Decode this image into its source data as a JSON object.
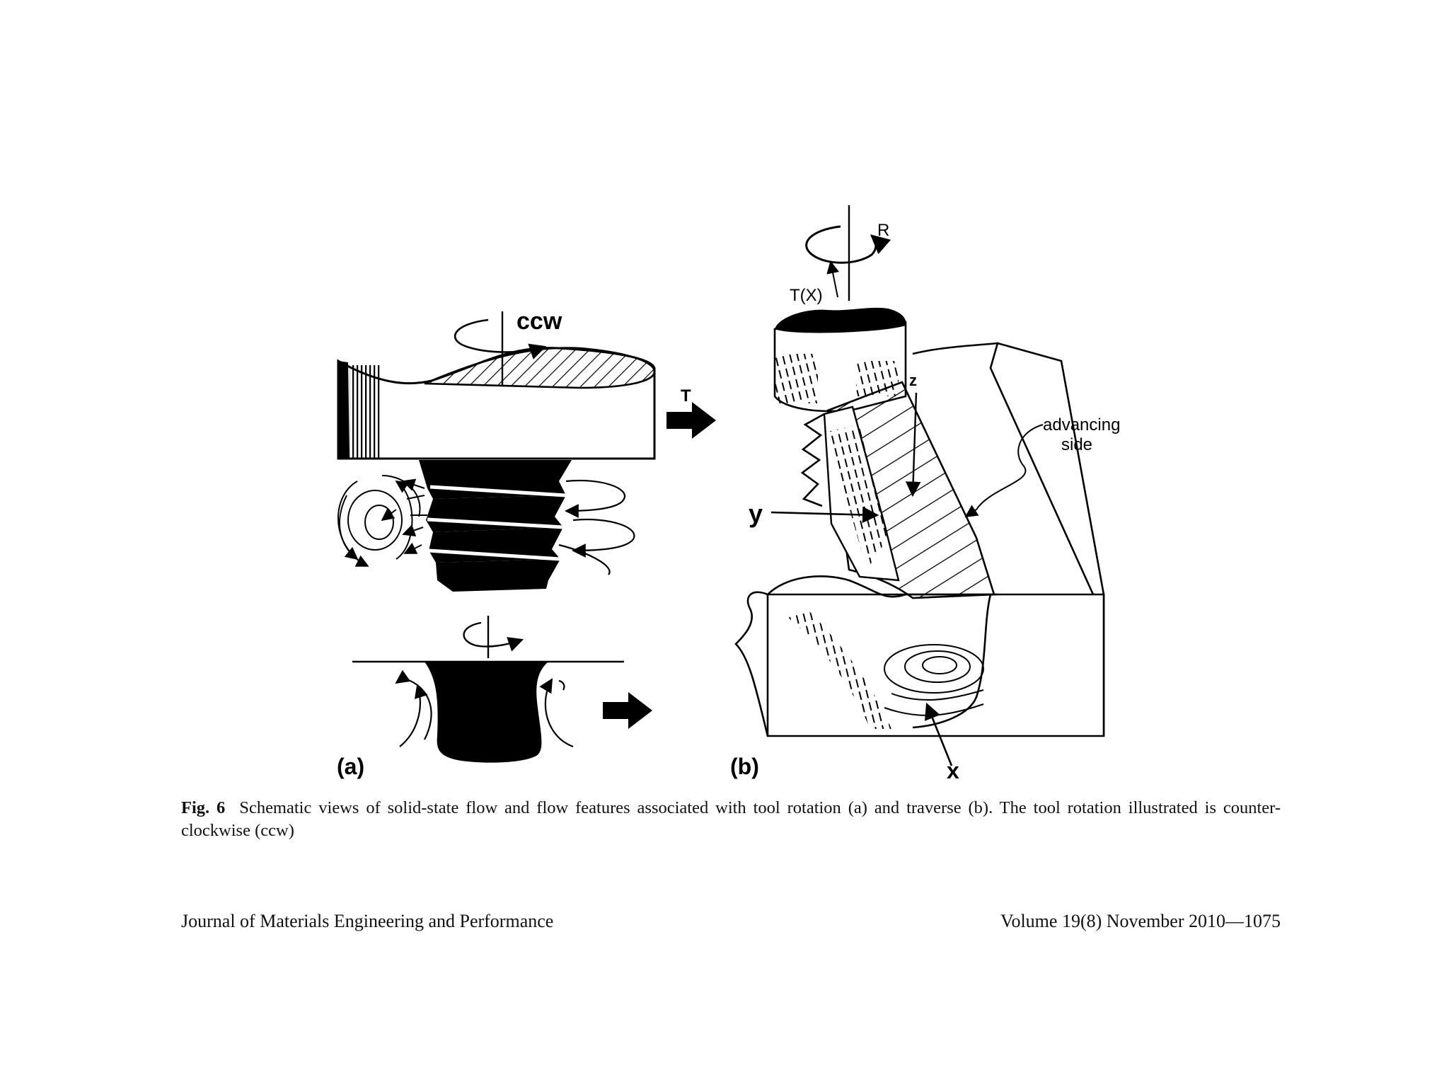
{
  "figure": {
    "panel_a": {
      "panel_label": "(a)",
      "rotation_label": "ccw",
      "traverse_label": "T"
    },
    "panel_b": {
      "panel_label": "(b)",
      "rotation_label": "R",
      "tool_axis_label": "T(X)",
      "z_label": "z",
      "y_label": "y",
      "x_label": "x",
      "advancing_side_line1": "advancing",
      "advancing_side_line2": "side"
    }
  },
  "caption": {
    "figure_number": "Fig. 6",
    "text": "Schematic views of solid-state flow and flow features associated with tool rotation (a) and traverse (b). The tool rotation illustrated is counter-clockwise (ccw)"
  },
  "footer": {
    "journal": "Journal of Materials Engineering and Performance",
    "volume_page": "Volume 19(8) November 2010—1075"
  }
}
